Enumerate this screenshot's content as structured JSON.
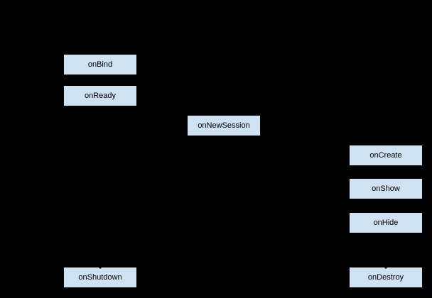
{
  "diagram": {
    "type": "lifecycle-flow",
    "colors": {
      "background": "#000000",
      "node_fill": "#cfe2f3",
      "node_border": "#000000",
      "node_text": "#000000"
    },
    "nodes": [
      {
        "id": "onBind",
        "label": "onBind"
      },
      {
        "id": "onReady",
        "label": "onReady"
      },
      {
        "id": "onNewSession",
        "label": "onNewSession"
      },
      {
        "id": "onCreate",
        "label": "onCreate"
      },
      {
        "id": "onShow",
        "label": "onShow"
      },
      {
        "id": "onHide",
        "label": "onHide"
      },
      {
        "id": "onShutdown",
        "label": "onShutdown"
      },
      {
        "id": "onDestroy",
        "label": "onDestroy"
      }
    ],
    "arrowheads_visible_on": [
      "onShutdown",
      "onDestroy"
    ]
  }
}
